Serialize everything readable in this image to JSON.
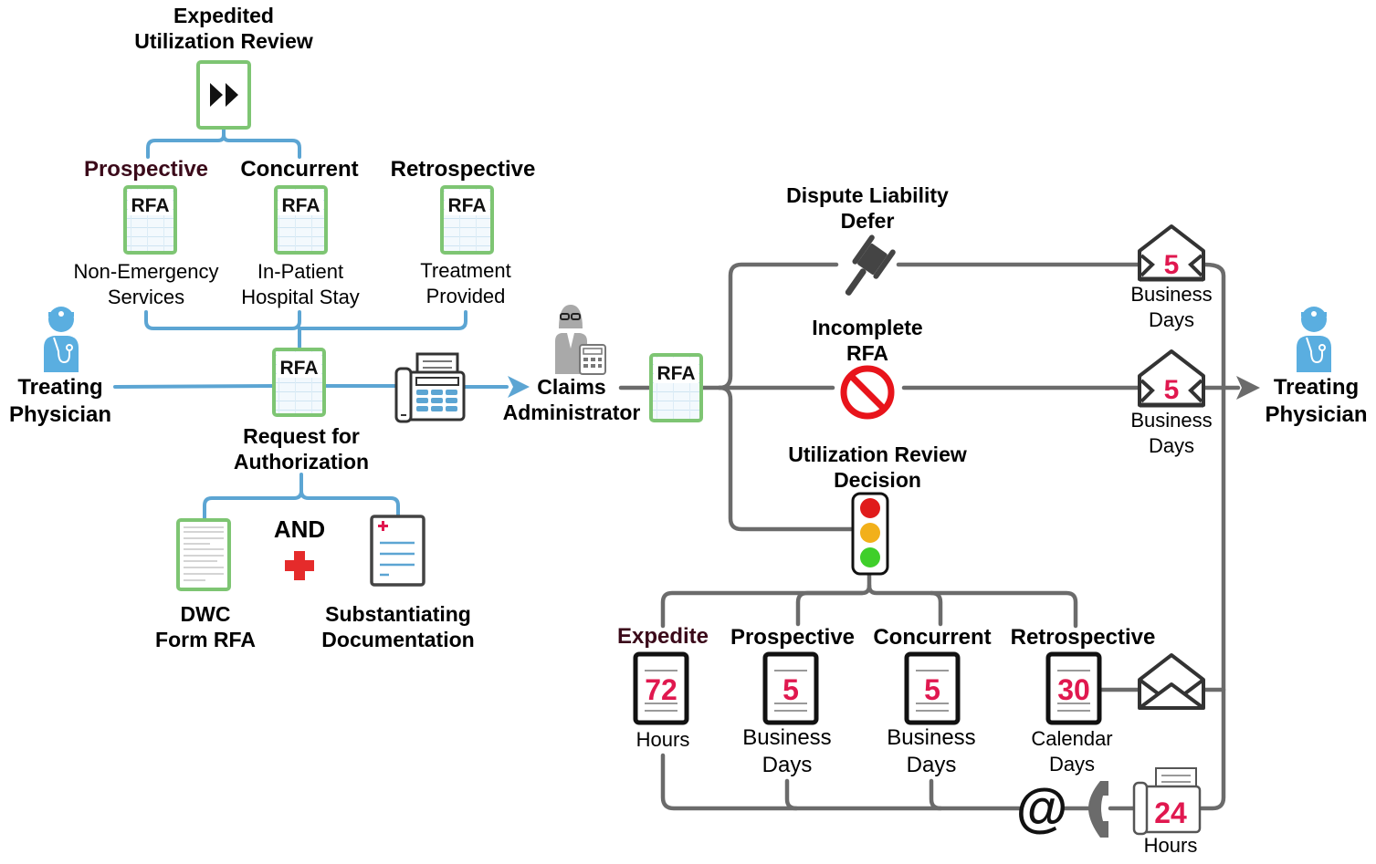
{
  "colors": {
    "blue_line": "#5ca5d3",
    "gray_line": "#6b6b6b",
    "rfa_border": "#7ec573",
    "accent_number": "#e0184f",
    "physician_icon": "#5aaee0"
  },
  "expedited_review": {
    "title_line1": "Expedited",
    "title_line2": "Utilization Review",
    "icon": "fast-forward-icon"
  },
  "review_types": [
    {
      "label": "Prospective",
      "badge": "RFA",
      "desc_line1": "Non-Emergency",
      "desc_line2": "Services"
    },
    {
      "label": "Concurrent",
      "badge": "RFA",
      "desc_line1": "In-Patient",
      "desc_line2": "Hospital Stay"
    },
    {
      "label": "Retrospective",
      "badge": "RFA",
      "desc_line1": "Treatment",
      "desc_line2": "Provided"
    }
  ],
  "treating_physician_left": {
    "line1": "Treating",
    "line2": "Physician",
    "icon": "doctor-icon"
  },
  "treating_physician_right": {
    "line1": "Treating",
    "line2": "Physician",
    "icon": "doctor-icon"
  },
  "request": {
    "badge": "RFA",
    "line1": "Request for",
    "line2": "Authorization"
  },
  "components": {
    "and_label": "AND",
    "dwc_line1": "DWC",
    "dwc_line2": "Form RFA",
    "doc_line1": "Substantiating",
    "doc_line2": "Documentation"
  },
  "claims_admin": {
    "line1": "Claims",
    "line2": "Administrator",
    "badge": "RFA",
    "icon": "claims-administrator-icon"
  },
  "branches": [
    {
      "title_line1": "Dispute Liability",
      "title_line2": "Defer",
      "icon": "gavel-icon",
      "deadline_value": "5",
      "deadline_line1": "Business",
      "deadline_line2": "Days"
    },
    {
      "title_line1": "Incomplete",
      "title_line2": "RFA",
      "icon": "prohibited-icon",
      "deadline_value": "5",
      "deadline_line1": "Business",
      "deadline_line2": "Days"
    },
    {
      "title_line1": "Utilization Review",
      "title_line2": "Decision",
      "icon": "traffic-light-icon"
    }
  ],
  "ur_deadlines": [
    {
      "label": "Expedite",
      "value": "72",
      "unit_line1": "Hours",
      "unit_line2": ""
    },
    {
      "label": "Prospective",
      "value": "5",
      "unit_line1": "Business",
      "unit_line2": "Days"
    },
    {
      "label": "Concurrent",
      "value": "5",
      "unit_line1": "Business",
      "unit_line2": "Days"
    },
    {
      "label": "Retrospective",
      "value": "30",
      "unit_line1": "Calendar",
      "unit_line2": "Days"
    }
  ],
  "notification": {
    "email_symbol": "@",
    "fax_value": "24",
    "fax_unit": "Hours"
  }
}
